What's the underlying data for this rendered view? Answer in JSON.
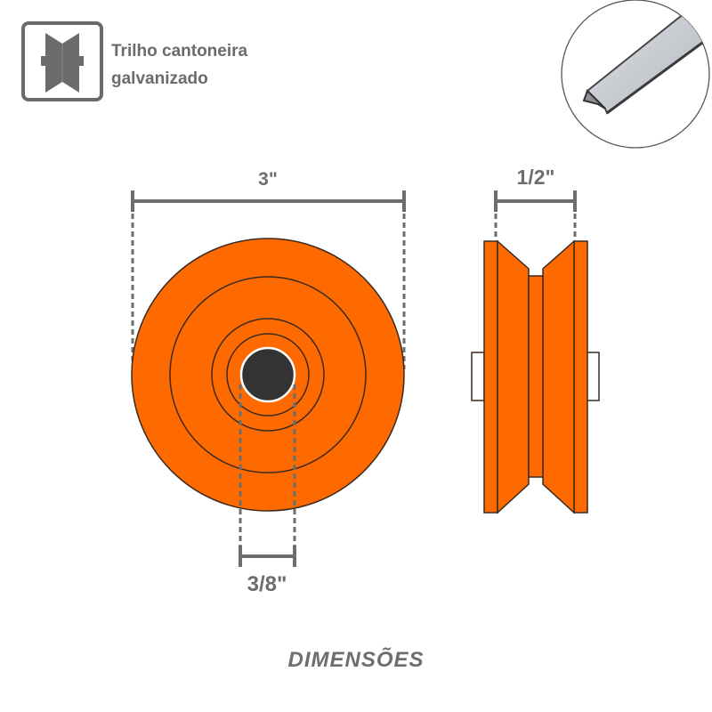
{
  "legend": {
    "icon": "v-groove-rail-icon",
    "line1": "Trilho cantoneira",
    "line2": "galvanizado"
  },
  "photo": {
    "icon": "galvanized-angle-rail-photo"
  },
  "dimensions": {
    "outer_diameter": "3\"",
    "width": "1/2\"",
    "bore_diameter": "3/8\""
  },
  "footer": {
    "title": "DIMENSÕES"
  },
  "colors": {
    "wheel_orange": "#ff6a00",
    "outline": "#3a2a20",
    "bore": "#333333",
    "dimension_gray": "#6d6d6e",
    "background": "#ffffff"
  }
}
